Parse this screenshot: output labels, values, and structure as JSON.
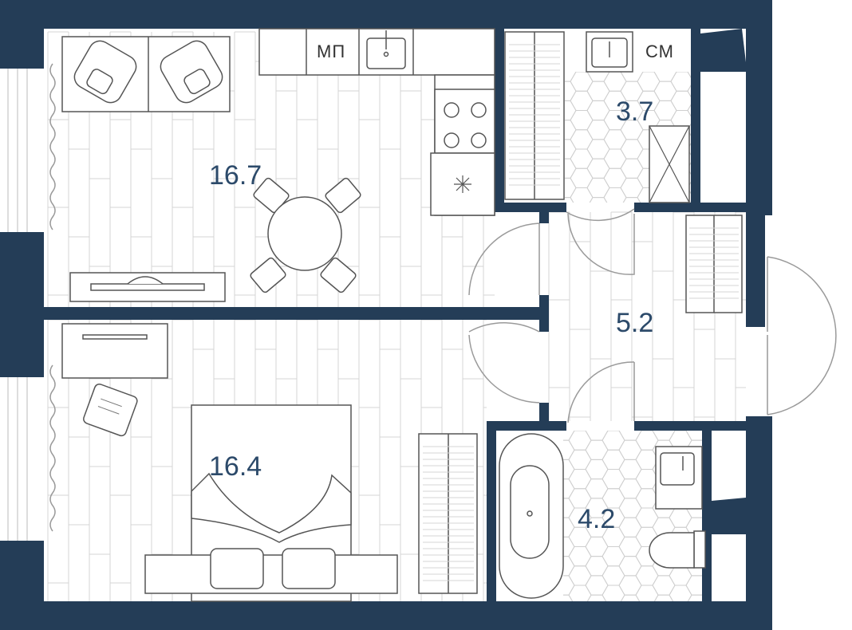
{
  "rooms": {
    "kitchen_living": {
      "area": "16.7"
    },
    "bedroom": {
      "area": "16.4"
    },
    "hallway": {
      "area": "5.2"
    },
    "bathroom": {
      "area": "3.7"
    },
    "wc": {
      "area": "4.2"
    }
  },
  "appliances": {
    "dishwasher": "МП",
    "washer": "СМ"
  },
  "colors": {
    "wall": "#243d57",
    "label": "#2c4a6a",
    "furniture": "#555555",
    "floor_lines": "#d4d4d4"
  }
}
